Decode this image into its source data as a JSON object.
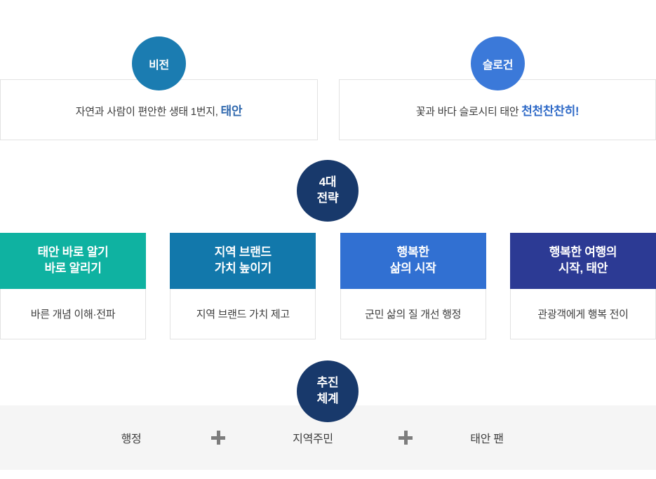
{
  "vision": {
    "badge": "비전",
    "text_prefix": "자연과 사람이 편안한 생태 1번지, ",
    "text_highlight": "태안",
    "badge_color": "#1b7cb1",
    "highlight_color": "#3169ae"
  },
  "slogan": {
    "badge": "슬로건",
    "text_prefix": "꽃과 바다 슬로시티 태안 ",
    "text_highlight": "천천찬찬히!",
    "badge_color": "#3b79d9",
    "highlight_color": "#2f6ac7"
  },
  "strategies": {
    "badge_line1": "4대",
    "badge_line2": "전략",
    "badge_color": "#18396b",
    "items": [
      {
        "title_line1": "태안 바로 알기",
        "title_line2": "바로 알리기",
        "desc": "바른 개념 이해·전파",
        "color": "#0fb2a1"
      },
      {
        "title_line1": "지역 브랜드",
        "title_line2": "가치 높이기",
        "desc": "지역 브랜드 가치 제고",
        "color": "#1278ab"
      },
      {
        "title_line1": "행복한",
        "title_line2": "삶의 시작",
        "desc": "군민 삶의 질 개선 행정",
        "color": "#3170d2"
      },
      {
        "title_line1": "행복한 여행의",
        "title_line2": "시작, 태안",
        "desc": "관광객에게 행복 전이",
        "color": "#2c3a94"
      }
    ]
  },
  "system": {
    "badge_line1": "추진",
    "badge_line2": "체계",
    "badge_color": "#18396b",
    "items": [
      "행정",
      "지역주민",
      "태안 팬"
    ],
    "plus_icon": "plus-icon",
    "bar_color": "#f5f5f5"
  }
}
